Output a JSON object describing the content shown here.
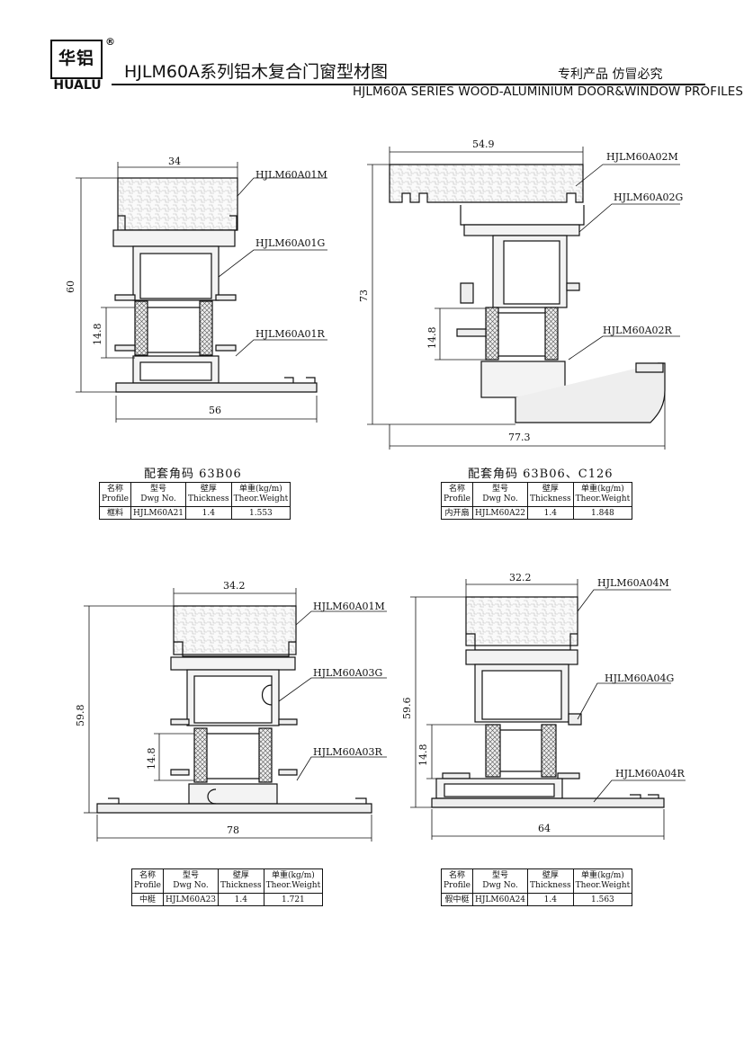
{
  "header": {
    "logo_cn": "华铝",
    "logo_en": "HUALU",
    "registered_mark": "®",
    "title_cn": "HJLM60A系列铝木复合门窗型材图",
    "title_right": "专利产品  仿冒必究",
    "title_en": "HJLM60A SERIES WOOD-ALUMINIUM DOOR&WINDOW PROFILES"
  },
  "table_headers": {
    "profile_cn": "名称",
    "profile_en": "Profile",
    "dwg_cn": "型号",
    "dwg_en": "Dwg No.",
    "thick_cn": "壁厚",
    "thick_en": "Thickness",
    "weight_cn": "单重",
    "weight_unit": "(kg/m)",
    "weight_en": "Theor.Weight"
  },
  "drawings": [
    {
      "caption": "配套角码 63B06",
      "dims": {
        "top": "34",
        "height": "60",
        "break": "14.8",
        "bottom": "56"
      },
      "labels": [
        "HJLM60A01M",
        "HJLM60A01G",
        "HJLM60A01R"
      ],
      "row": {
        "profile": "框料",
        "dwg": "HJLM60A21",
        "thickness": "1.4",
        "weight": "1.553"
      }
    },
    {
      "caption": "配套角码 63B06、C126",
      "dims": {
        "top": "54.9",
        "height": "73",
        "break": "14.8",
        "bottom": "77.3"
      },
      "labels": [
        "HJLM60A02M",
        "HJLM60A02G",
        "HJLM60A02R"
      ],
      "row": {
        "profile": "内开扇",
        "dwg": "HJLM60A22",
        "thickness": "1.4",
        "weight": "1.848"
      }
    },
    {
      "caption": "",
      "dims": {
        "top": "34.2",
        "height": "59.8",
        "break": "14.8",
        "bottom": "78"
      },
      "labels": [
        "HJLM60A01M",
        "HJLM60A03G",
        "HJLM60A03R"
      ],
      "row": {
        "profile": "中梃",
        "dwg": "HJLM60A23",
        "thickness": "1.4",
        "weight": "1.721"
      }
    },
    {
      "caption": "",
      "dims": {
        "top": "32.2",
        "height": "59.6",
        "break": "14.8",
        "bottom": "64"
      },
      "labels": [
        "HJLM60A04M",
        "HJLM60A04G",
        "HJLM60A04R"
      ],
      "row": {
        "profile": "假中梃",
        "dwg": "HJLM60A24",
        "thickness": "1.4",
        "weight": "1.563"
      }
    }
  ]
}
